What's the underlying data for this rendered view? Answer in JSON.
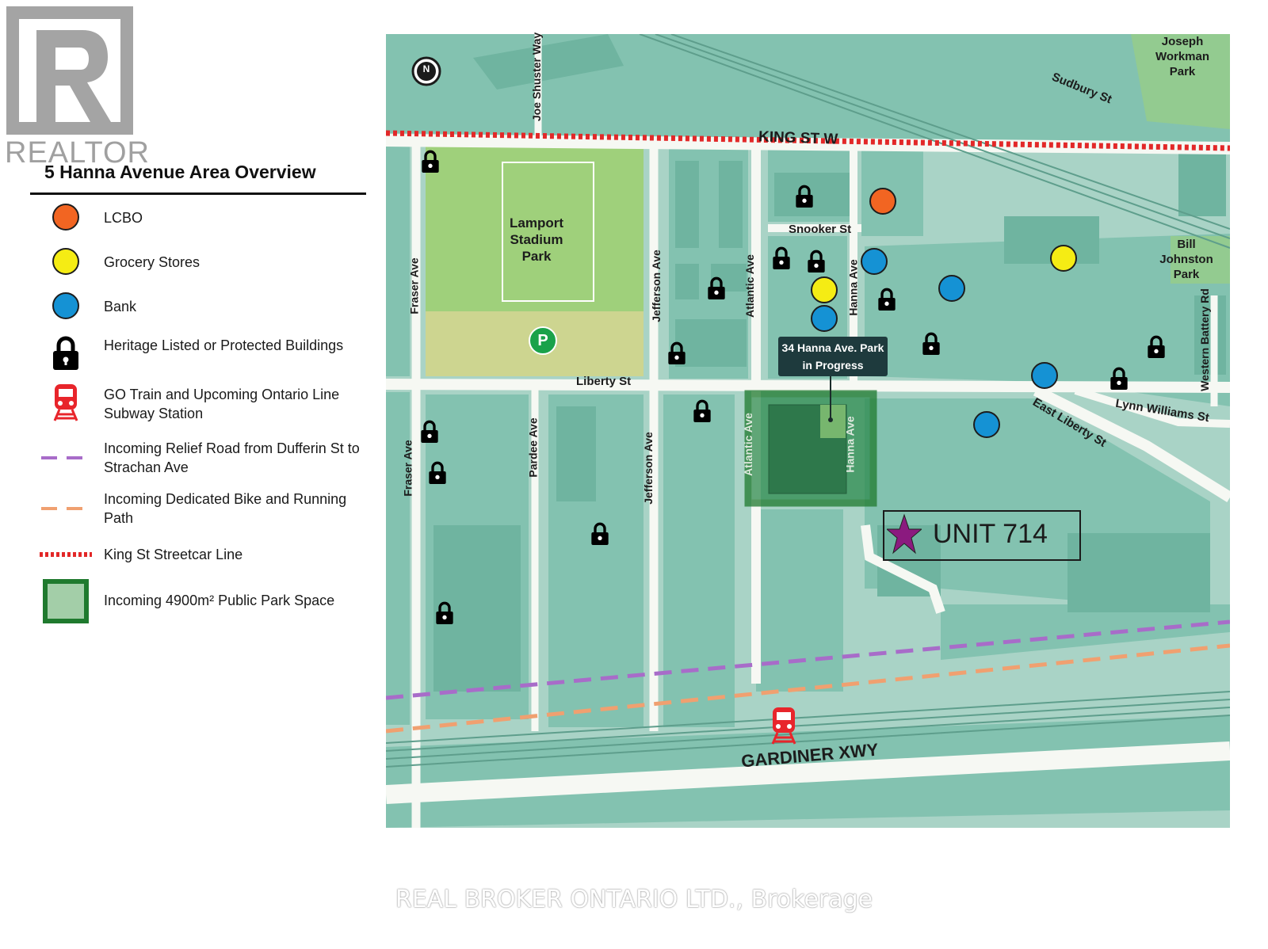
{
  "watermark": {
    "brand": "REALTOR",
    "footer": "REAL BROKER ONTARIO LTD., Brokerage"
  },
  "legend": {
    "title": "5 Hanna Avenue Area Overview",
    "items": [
      {
        "label": "LCBO",
        "symbol": "orange-dot",
        "color": "#f26522"
      },
      {
        "label": "Grocery Stores",
        "symbol": "yellow-dot",
        "color": "#f5ec14"
      },
      {
        "label": "Bank",
        "symbol": "blue-dot",
        "color": "#1592d4"
      },
      {
        "label": "Heritage Listed or Protected Buildings",
        "symbol": "lock-icon"
      },
      {
        "label": "GO Train and Upcoming Ontario Line  Subway Station",
        "symbol": "train-icon",
        "color": "#e8252b"
      },
      {
        "label": "Incoming Relief Road from Dufferin St to Strachan Ave",
        "symbol": "purple-dash",
        "color": "#a86cc9"
      },
      {
        "label": "Incoming Dedicated Bike and Running Path",
        "symbol": "orange-dash",
        "color": "#f0a070"
      },
      {
        "label": "King St Streetcar Line",
        "symbol": "red-dots",
        "color": "#e22828"
      },
      {
        "label": "Incoming 4900m² Public Park Space",
        "symbol": "park-square",
        "color": "#1f7a2e"
      }
    ]
  },
  "map": {
    "compass": "N",
    "streets": {
      "king": "KING ST W",
      "joe_shuster": "Joe Shuster Way",
      "sudbury": "Sudbury St",
      "snooker": "Snooker St",
      "liberty": "Liberty St",
      "east_liberty": "East Liberty St",
      "lynn_williams": "Lynn Williams St",
      "western_battery": "Western Battery Rd",
      "fraser_n": "Fraser Ave",
      "fraser_s": "Fraser Ave",
      "jefferson_n": "Jefferson Ave",
      "jefferson_s": "Jefferson Ave",
      "atlantic_n": "Atlantic Ave",
      "atlantic_s": "Atlantic Ave",
      "hanna_n": "Hanna Ave",
      "hanna_s": "Hanna Ave",
      "pardee": "Pardee Ave",
      "gardiner": "GARDINER XWY"
    },
    "parks": {
      "lamport": "Lamport Stadium Park",
      "joseph": "Joseph Workman Park",
      "bill": "Bill Johnston Park"
    },
    "parking": "P",
    "callout": "34 Hanna Ave. Park in Progress",
    "unit": "UNIT 714"
  }
}
